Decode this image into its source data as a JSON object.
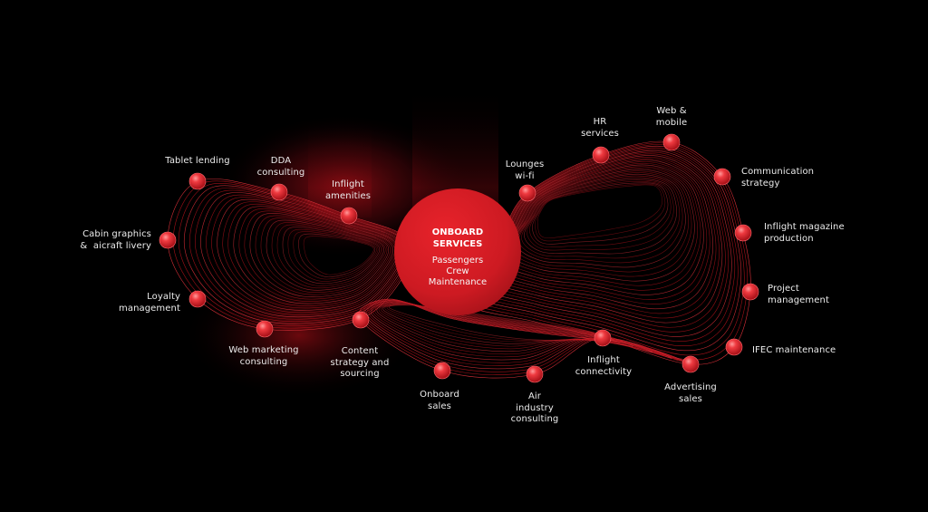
{
  "center": {
    "title": "ONBOARD\nSERVICES",
    "subtitle": "Passengers\nCrew\nMaintenance"
  },
  "colors": {
    "background": "#000000",
    "accent": "#e0202a",
    "wave": "#c8141c",
    "text": "#ececec"
  },
  "nodes": [
    {
      "id": "tablet-lending",
      "label": "Tablet lending"
    },
    {
      "id": "dda-consulting",
      "label": "DDA\nconsulting"
    },
    {
      "id": "inflight-amenities",
      "label": "Inflight\namenities"
    },
    {
      "id": "lounges-wifi",
      "label": "Lounges\nwi-fi"
    },
    {
      "id": "hr-services",
      "label": "HR\nservices"
    },
    {
      "id": "web-mobile",
      "label": "Web &\nmobile"
    },
    {
      "id": "communication-strategy",
      "label": "Communication\nstrategy"
    },
    {
      "id": "inflight-magazine-production",
      "label": "Inflight magazine\nproduction"
    },
    {
      "id": "project-management",
      "label": "Project\nmanagement"
    },
    {
      "id": "ifec-maintenance",
      "label": "IFEC maintenance"
    },
    {
      "id": "advertising-sales",
      "label": "Advertising\nsales"
    },
    {
      "id": "inflight-connectivity",
      "label": "Inflight\nconnectivity"
    },
    {
      "id": "air-industry-consulting",
      "label": "Air\nindustry\nconsulting"
    },
    {
      "id": "onboard-sales",
      "label": "Onboard\nsales"
    },
    {
      "id": "content-strategy-sourcing",
      "label": "Content\nstrategy and\nsourcing"
    },
    {
      "id": "web-marketing-consulting",
      "label": "Web marketing\nconsulting"
    },
    {
      "id": "loyalty-management",
      "label": "Loyalty\nmanagement"
    },
    {
      "id": "cabin-graphics-livery",
      "label": "Cabin graphics\n&  aicraft livery"
    }
  ]
}
